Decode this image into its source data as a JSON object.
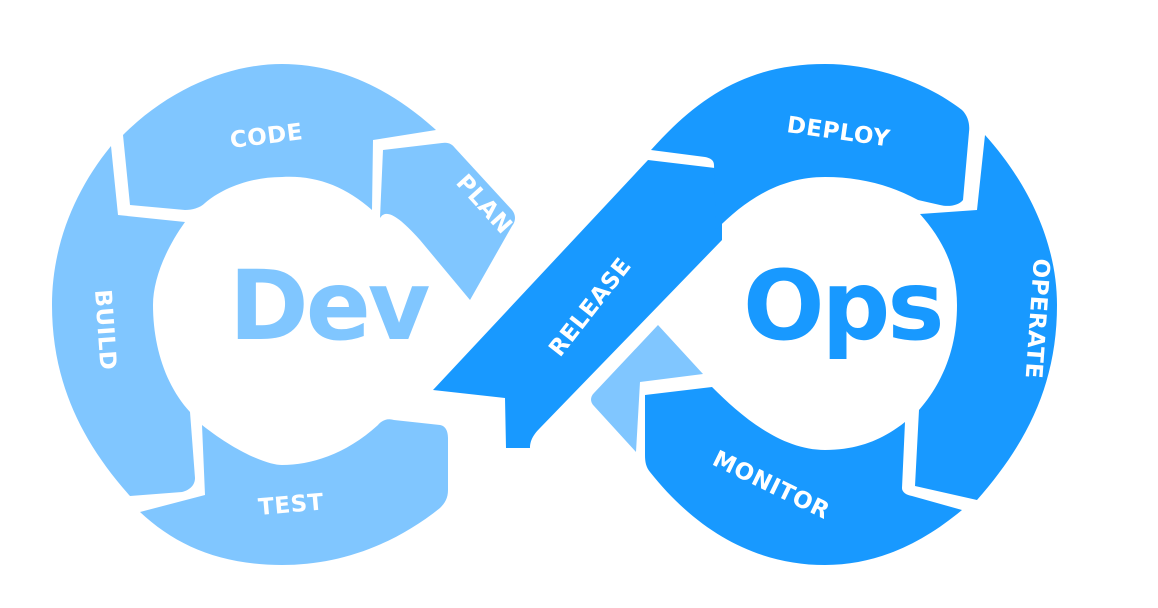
{
  "diagram": {
    "title_left": "Dev",
    "title_right": "Ops",
    "colors": {
      "dev": "#80C6FF",
      "ops": "#1899FF",
      "background": "#FFFFFF",
      "label": "#FFFFFF"
    },
    "dev_stages": [
      {
        "label": "CODE"
      },
      {
        "label": "PLAN"
      },
      {
        "label": "BUILD"
      },
      {
        "label": "TEST"
      }
    ],
    "ops_stages": [
      {
        "label": "RELEASE"
      },
      {
        "label": "DEPLOY"
      },
      {
        "label": "OPERATE"
      },
      {
        "label": "MONITOR"
      }
    ]
  }
}
